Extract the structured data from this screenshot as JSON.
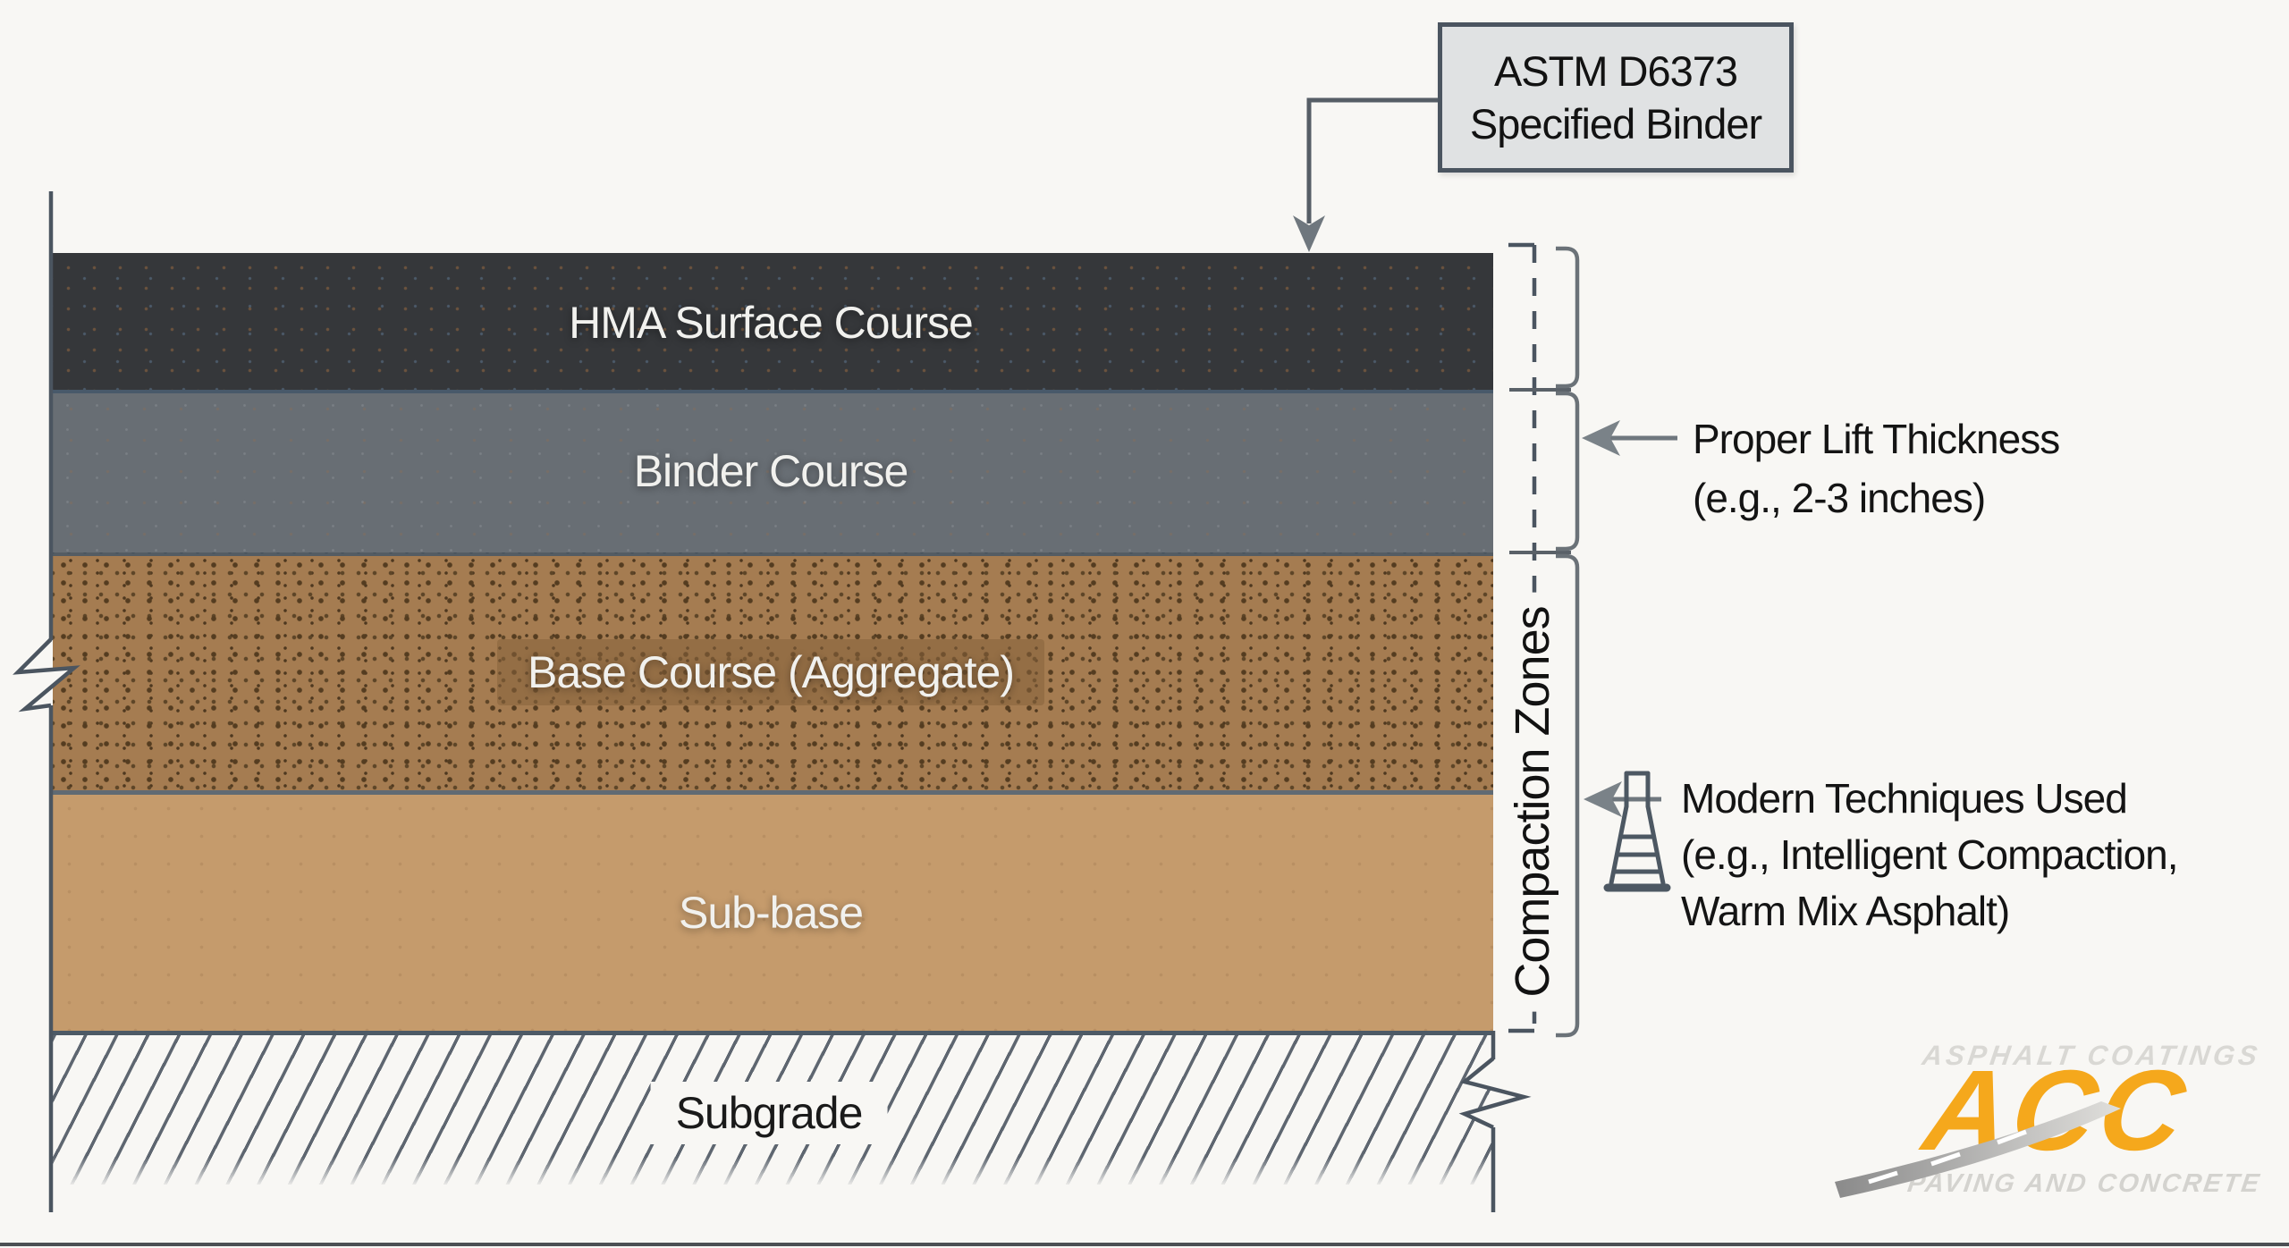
{
  "title_box": {
    "line1": "ASTM D6373",
    "line2": "Specified Binder"
  },
  "layers": [
    {
      "id": "hma-surface-course",
      "label": "HMA Surface Course",
      "fill": "#35373a"
    },
    {
      "id": "binder-course",
      "label": "Binder Course",
      "fill": "#686e74"
    },
    {
      "id": "base-course",
      "label": "Base Course (Aggregate)",
      "fill": "#a57c51"
    },
    {
      "id": "sub-base",
      "label": "Sub-base",
      "fill": "#c59b6c"
    },
    {
      "id": "subgrade",
      "label": "Subgrade",
      "fill": "diagonal-hatch"
    }
  ],
  "annotations": {
    "compaction_zones_label": "Compaction Zones",
    "lift_thickness": {
      "line1": "Proper Lift Thickness",
      "line2": "(e.g., 2-3 inches)"
    },
    "modern_techniques": {
      "line1": "Modern Techniques Used",
      "line2": "(e.g., Intelligent Compaction,",
      "line3": "Warm Mix Asphalt)"
    }
  },
  "logo": {
    "tagline_top": "ASPHALT COATINGS",
    "acronym": "ACC",
    "tagline_bottom": "PAVING AND CONCRETE",
    "accent_color": "#f5a81c",
    "gray_color": "#d6d5d2"
  },
  "icons": {
    "compactor": "tamper-rammer-icon",
    "callout_arrow": "down-arrow",
    "lift_arrow": "left-arrow",
    "modern_arrow": "left-arrow"
  },
  "colors": {
    "background": "#f8f7f4",
    "line_stroke": "#4b5560",
    "callout_fill": "#e0e2e3"
  }
}
